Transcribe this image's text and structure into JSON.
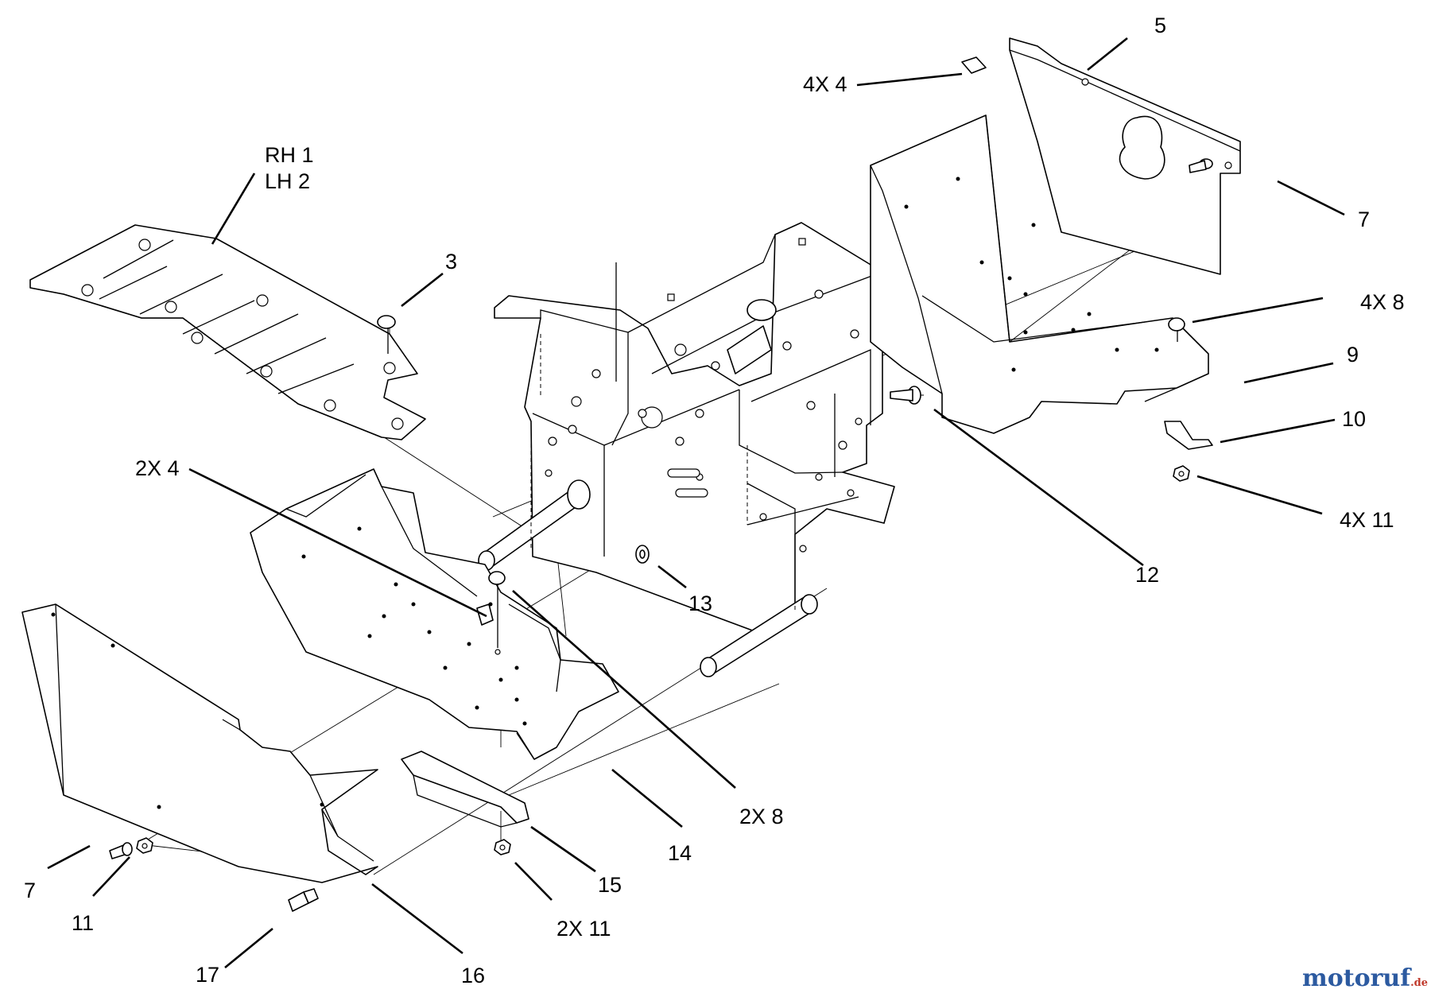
{
  "callouts": {
    "c_rh1": "RH 1",
    "c_lh2": "LH 2",
    "c_3": "3",
    "c_5": "5",
    "c_4x4": "4X 4",
    "c_7_top": "7",
    "c_4x8": "4X 8",
    "c_9": "9",
    "c_10": "10",
    "c_4x11": "4X 11",
    "c_12": "12",
    "c_13": "13",
    "c_2x4": "2X 4",
    "c_2x8": "2X 8",
    "c_14": "14",
    "c_15": "15",
    "c_2x11": "2X 11",
    "c_7_bottom": "7",
    "c_11": "11",
    "c_16": "16",
    "c_17": "17"
  },
  "watermark": {
    "brand": "motoruf",
    "suffix": ".de"
  },
  "colors": {
    "line": "#000000",
    "background": "#ffffff",
    "watermark_red": "#c0392b",
    "watermark_blue": "#2c5aa0"
  }
}
